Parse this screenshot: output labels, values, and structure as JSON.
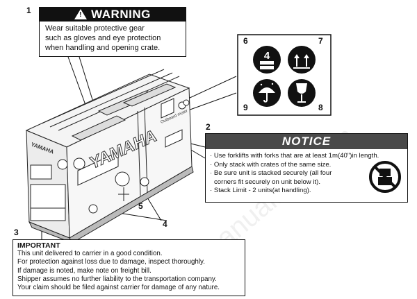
{
  "callouts": {
    "c1": "1",
    "c2": "2",
    "c3": "3",
    "c4": "4",
    "c5": "5",
    "c6": "6",
    "c7": "7",
    "c8": "8",
    "c9": "9"
  },
  "warning": {
    "title": "WARNING",
    "lines": [
      "Wear suitable protective gear",
      "such as gloves and eye protection",
      "when handling and opening crate."
    ]
  },
  "notice": {
    "title": "NOTICE",
    "lines": [
      "· Use forklifts with forks that are at least 1m(40\")in length.",
      "· Only stack with crates of the same size.",
      "· Be sure unit is stacked securely (all four",
      "  corners fit securely on unit below it).",
      "· Stack Limit - 2 units(at handling)."
    ]
  },
  "important": {
    "title": "IMPORTANT",
    "lines": [
      "This unit delivered to carrier in a good condition.",
      "For protection against loss due to damage, inspect thoroughly.",
      "If damage is noted, make note on freight bill.",
      "Shipper assumes no further liability to the transportation company.",
      "Your claim should be filed against carrier for damage of any nature."
    ]
  },
  "crate": {
    "brand": "YAMAHA",
    "small_brand": "YAMAHA",
    "product": "Outboard motor"
  },
  "symbols": {
    "stack_number": "4"
  },
  "watermark": "manualslib.com"
}
